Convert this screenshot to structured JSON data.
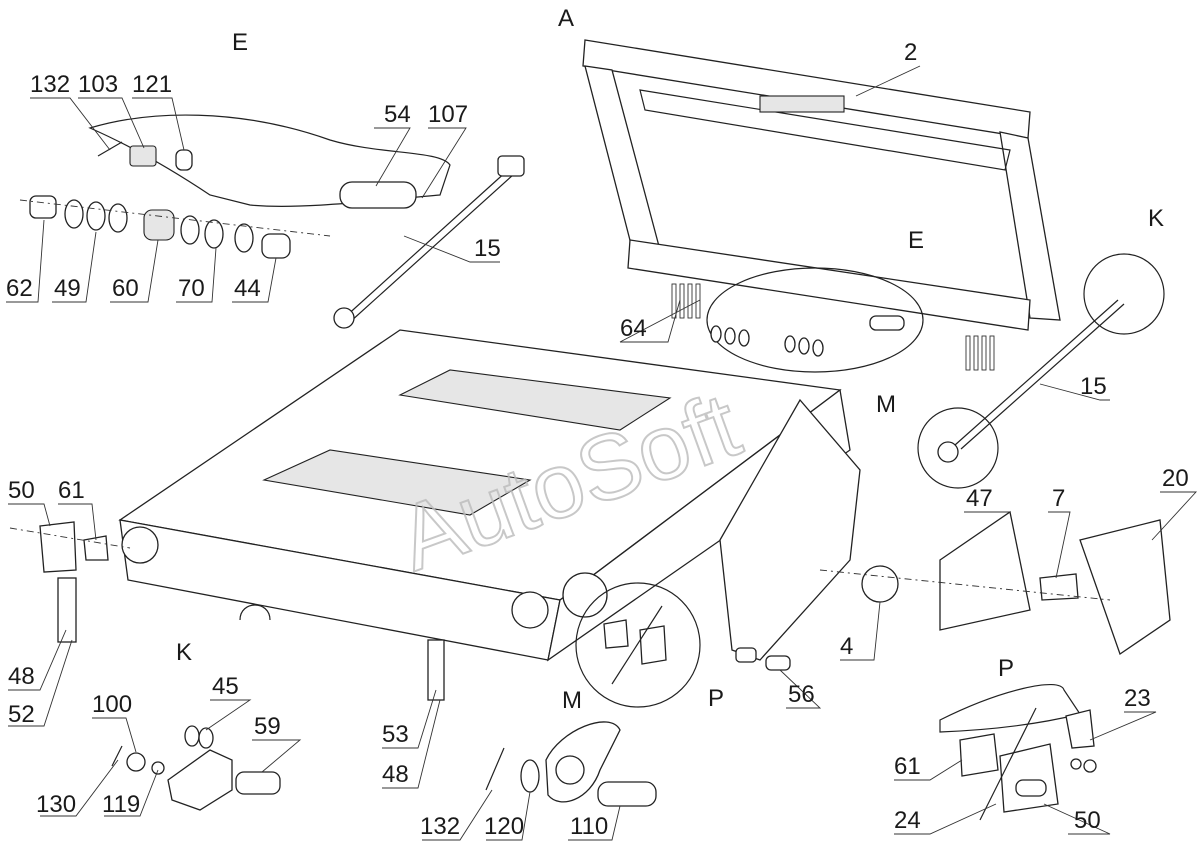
{
  "watermark": "AutoSoft",
  "views": {
    "A": "A",
    "E_top": "E",
    "E_detail": "E",
    "K_detail": "K",
    "K_circle": "K",
    "M_detail": "M",
    "M_circle": "M",
    "P_detail": "P",
    "P_circle": "P"
  },
  "parts": {
    "p132a": "132",
    "p103": "103",
    "p121": "121",
    "p54": "54",
    "p107": "107",
    "p62": "62",
    "p49": "49",
    "p60": "60",
    "p70": "70",
    "p44": "44",
    "p15a": "15",
    "p2": "2",
    "p64": "64",
    "p15b": "15",
    "p50a": "50",
    "p61a": "61",
    "p47": "47",
    "p7": "7",
    "p20": "20",
    "p48a": "48",
    "p52": "52",
    "p4": "4",
    "p56": "56",
    "p100": "100",
    "p45": "45",
    "p59": "59",
    "p130": "130",
    "p119": "119",
    "p53": "53",
    "p48b": "48",
    "p132b": "132",
    "p120": "120",
    "p110": "110",
    "p23": "23",
    "p61b": "61",
    "p24": "24",
    "p50b": "50"
  }
}
